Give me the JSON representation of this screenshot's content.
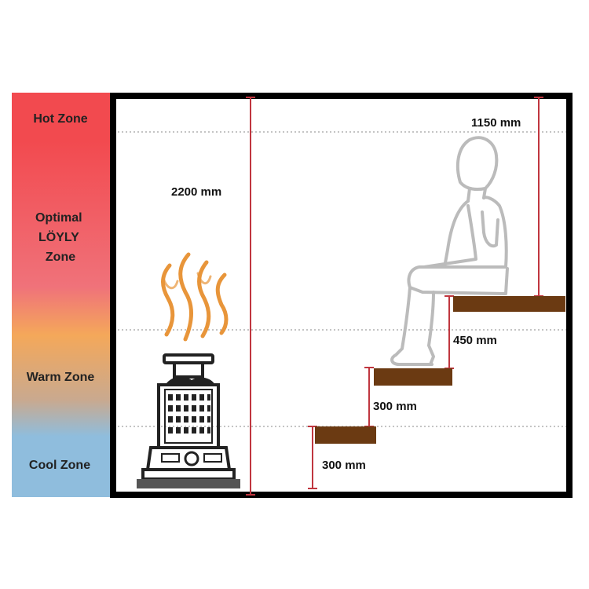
{
  "zones": [
    {
      "lines": [
        "Hot Zone"
      ]
    },
    {
      "lines": [
        "Optimal",
        "LÖYLY",
        "Zone"
      ]
    },
    {
      "lines": [
        "Warm Zone"
      ]
    },
    {
      "lines": [
        "Cool Zone"
      ]
    }
  ],
  "dimensions": {
    "room_height": "2200 mm",
    "ceiling_to_top_bench": "1150 mm",
    "top_step": "450 mm",
    "middle_step": "300 mm",
    "bottom_step": "300 mm"
  },
  "colors": {
    "gradient_hot": "#f24a4f",
    "gradient_optimal": "#f0727a",
    "gradient_warm": "#f4a85a",
    "gradient_cool": "#8fbddd",
    "dimension_line": "#c0363f",
    "bench_wood": "#6b3a12",
    "wall": "#000000",
    "zone_divider": "#888888",
    "person_outline": "#bbbbbb",
    "steam": "#e8953a",
    "stove": "#222222"
  },
  "icons": [
    "seated-person-icon",
    "sauna-stove-icon",
    "steam-icon"
  ]
}
